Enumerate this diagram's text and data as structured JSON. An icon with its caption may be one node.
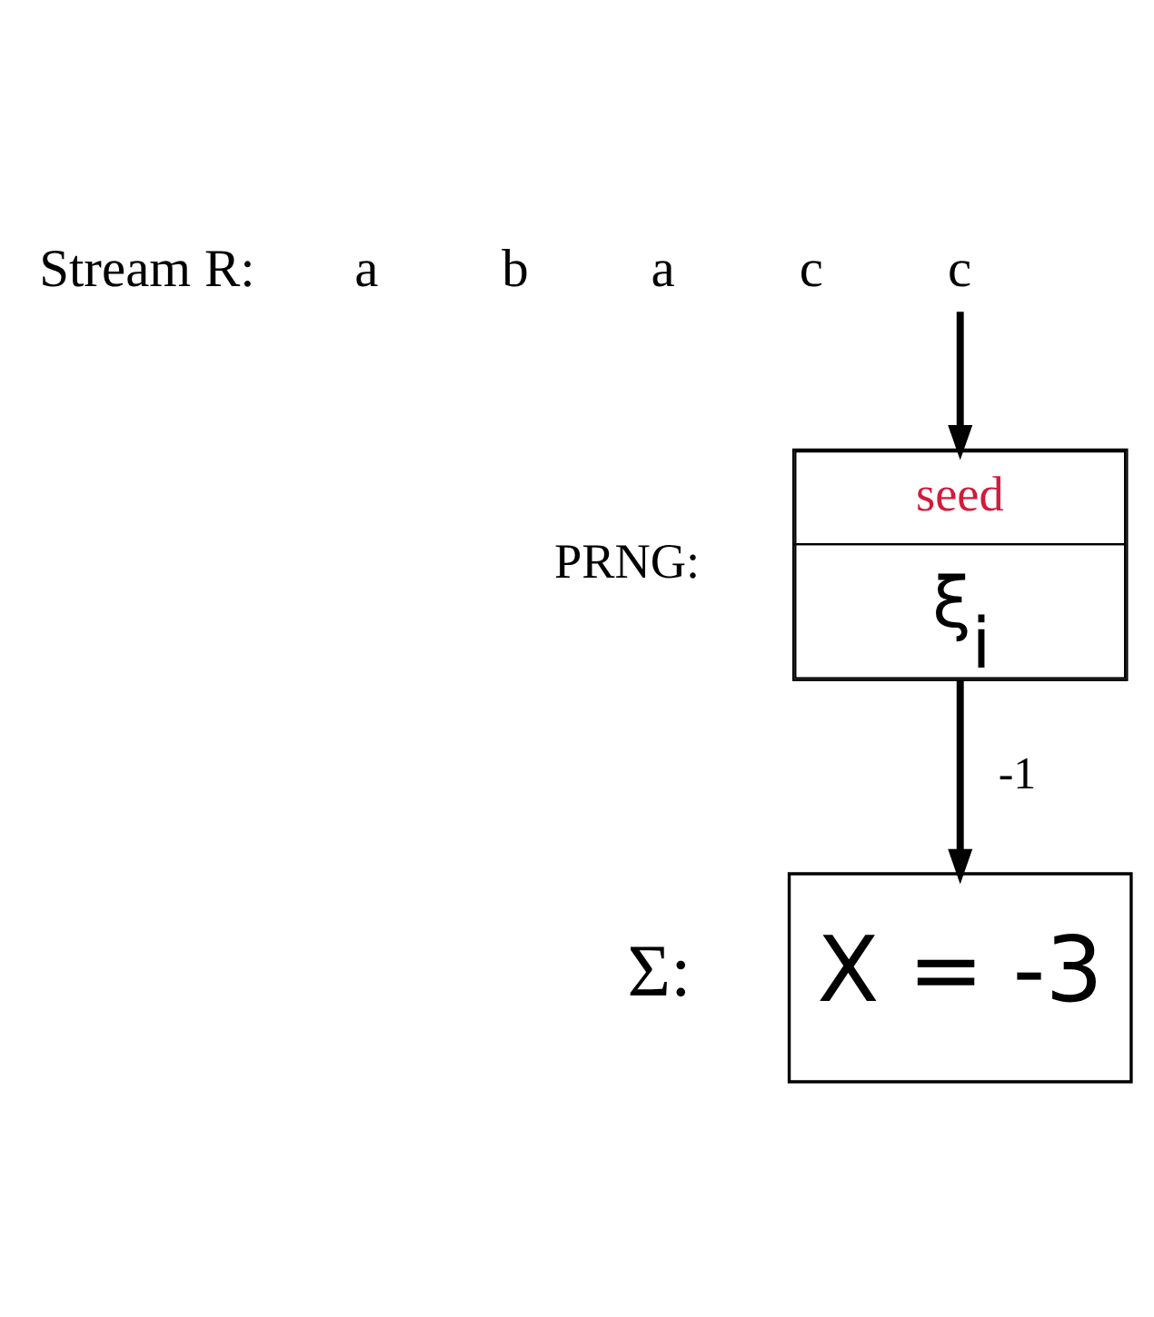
{
  "diagram": {
    "nodes": [
      {
        "text": [
          "c"
        ]
      },
      {
        "text": [
          "seed",
          "ξ$_{i}$"
        ],
        "beside": [
          "PRNG:"
        ]
      },
      {
        "text": [
          "X = -3"
        ],
        "beside": [
          "Σ:"
        ]
      }
    ],
    "edges": [
      {
        "from": 0,
        "to": 1,
        "arrow": "to"
      },
      {
        "from": 1,
        "to": 2,
        "arrow": "to",
        "label": "-1"
      }
    ],
    "labels": [
      "Stream R:",
      "a",
      "b",
      "a",
      "c"
    ]
  }
}
